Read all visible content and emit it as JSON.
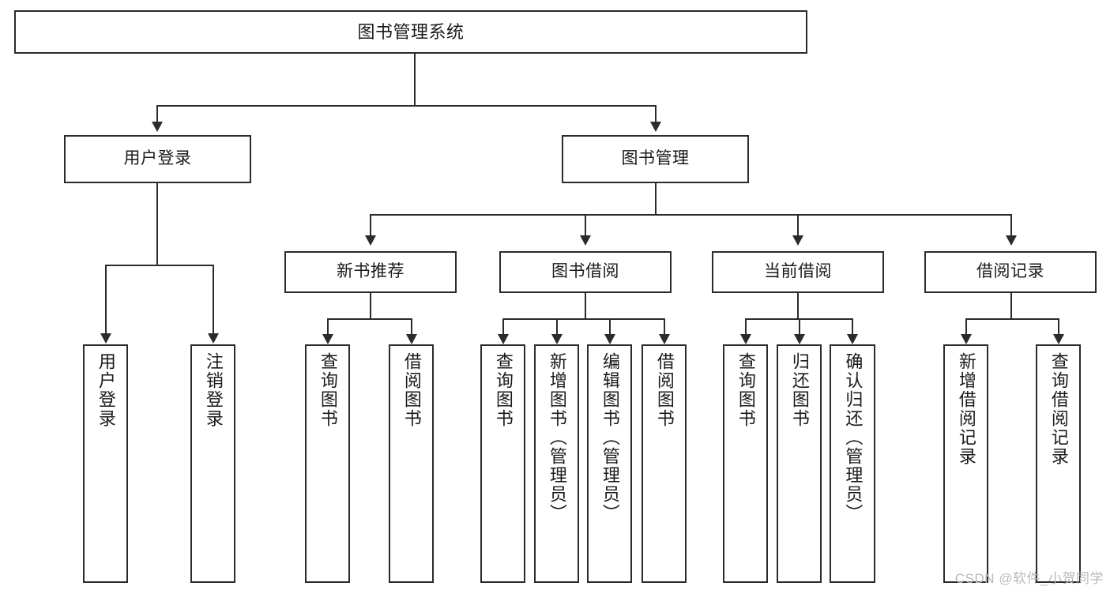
{
  "diagram": {
    "title": "图书管理系统",
    "type": "tree",
    "colors": {
      "stroke": "#2b2b2b",
      "fill": "#ffffff",
      "text": "#1a1a1a",
      "watermark": "#b9b9b9"
    },
    "watermark": "CSDN @软件_小贺同学",
    "nodes": {
      "root": {
        "label": "图书管理系统"
      },
      "level2": [
        {
          "label": "用户登录"
        },
        {
          "label": "图书管理"
        }
      ],
      "level3": [
        {
          "label": "新书推荐"
        },
        {
          "label": "图书借阅"
        },
        {
          "label": "当前借阅"
        },
        {
          "label": "借阅记录"
        }
      ],
      "leaves_user_login": [
        {
          "label": "用户登录"
        },
        {
          "label": "注销登录"
        }
      ],
      "leaves_new_books": [
        {
          "label": "查询图书"
        },
        {
          "label": "借阅图书"
        }
      ],
      "leaves_book_borrow": [
        {
          "label": "查询图书"
        },
        {
          "label": "新增图书（管理员）"
        },
        {
          "label": "编辑图书（管理员）"
        },
        {
          "label": "借阅图书"
        }
      ],
      "leaves_current_borrow": [
        {
          "label": "查询图书"
        },
        {
          "label": "归还图书"
        },
        {
          "label": "确认归还（管理员）"
        }
      ],
      "leaves_borrow_records": [
        {
          "label": "新增借阅记录"
        },
        {
          "label": "查询借阅记录"
        }
      ]
    }
  }
}
